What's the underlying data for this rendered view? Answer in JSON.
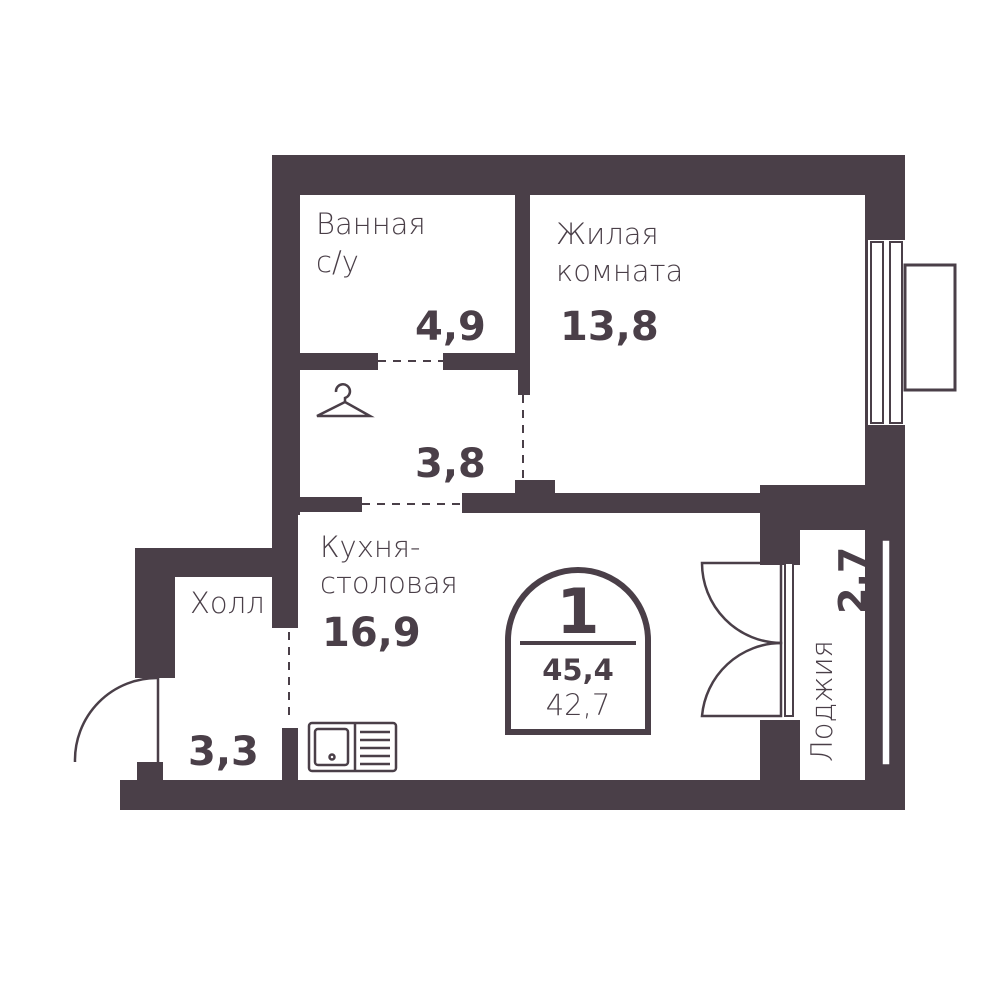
{
  "colors": {
    "wall": "#4a3f48",
    "background": "#ffffff"
  },
  "rooms": [
    {
      "name_lines": [
        "Ванная",
        "с/у"
      ],
      "area": "4,9"
    },
    {
      "name_lines": [
        "Жилая",
        "комната"
      ],
      "area": "13,8"
    },
    {
      "name_lines": [],
      "area": "3,8",
      "icon": "hanger-icon"
    },
    {
      "name_lines": [
        "Кухня-",
        "столовая"
      ],
      "area": "16,9"
    },
    {
      "name_lines": [
        "Холл"
      ],
      "area": "3,3"
    },
    {
      "name_lines": [
        "Лоджия"
      ],
      "area": "2,7"
    }
  ],
  "badge": {
    "rooms_count": "1",
    "total_area": "45,4",
    "living_area": "42,7"
  }
}
